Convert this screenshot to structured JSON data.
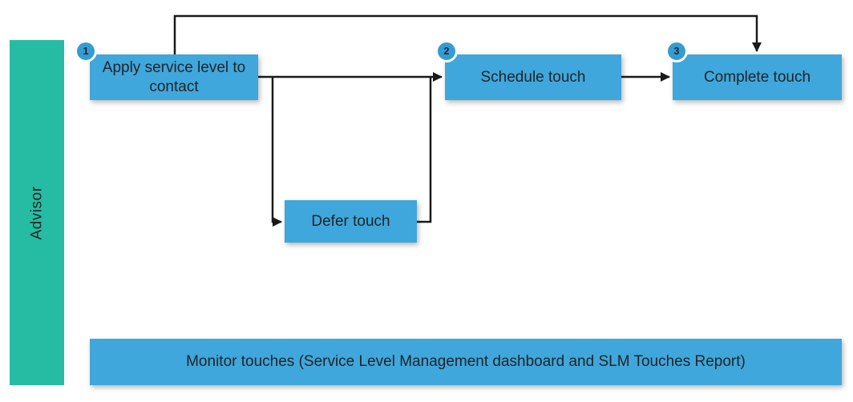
{
  "diagram": {
    "lane": {
      "label": "Advisor"
    },
    "steps": [
      {
        "number": "1",
        "label": "Apply service level to contact"
      },
      {
        "number": "2",
        "label": "Schedule touch"
      },
      {
        "number": "3",
        "label": "Complete touch"
      }
    ],
    "defer_box": {
      "label": "Defer touch"
    },
    "monitor_box": {
      "label": "Monitor touches (Service Level Management dashboard and SLM Touches Report)"
    }
  },
  "colors": {
    "box_blue": "#3FA7DB",
    "badge_blue": "#339CD3",
    "lane_teal": "#26BCA3",
    "line_black": "#1A1A1A",
    "text_dark": "#1F2428"
  }
}
